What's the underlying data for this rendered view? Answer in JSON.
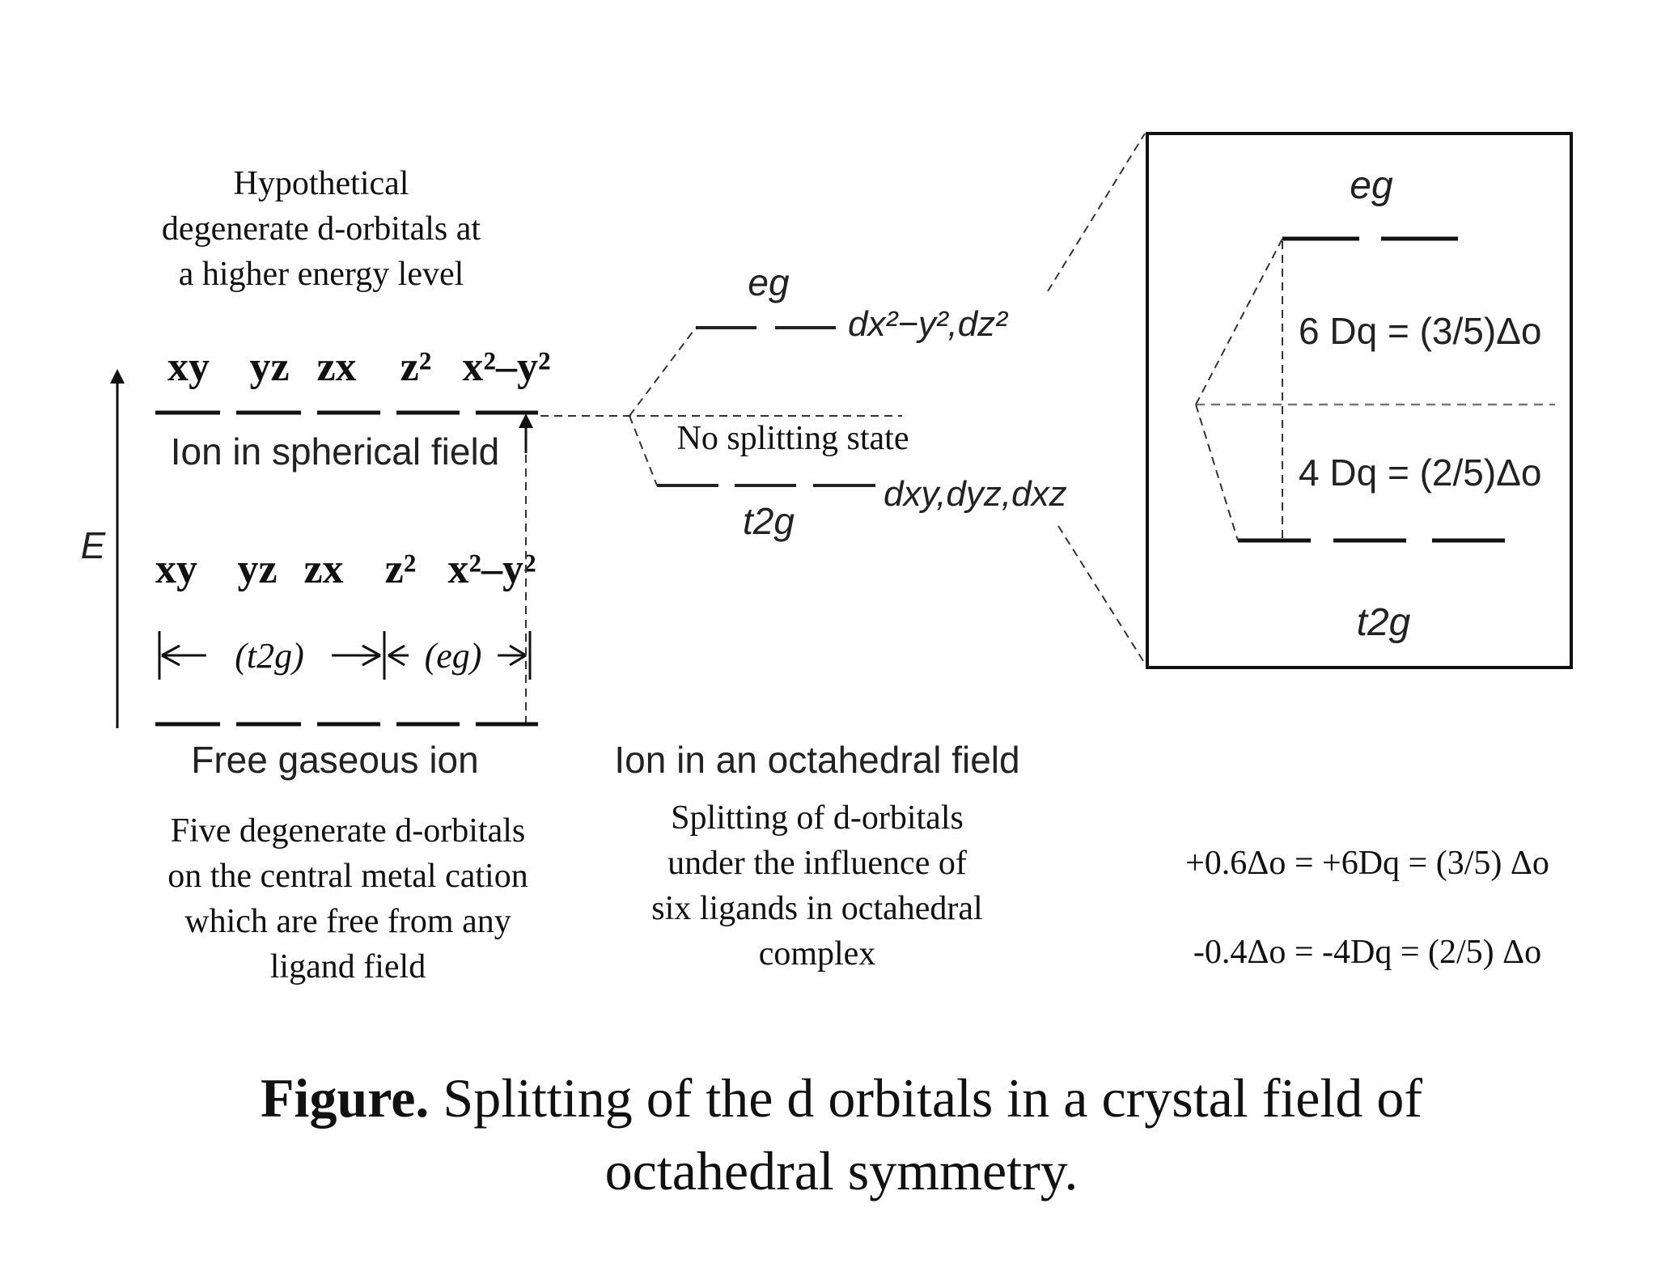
{
  "hypothetical_text": [
    "Hypothetical",
    "degenerate d-orbitals at",
    "a higher energy level"
  ],
  "orbital_labels": [
    "xy",
    "yz",
    "zx",
    "z²",
    "x²–y²"
  ],
  "spherical_label": "Ion in spherical field",
  "energy_axis_label": "E",
  "bracket_t2g": "(t2g)",
  "bracket_eg": "(eg)",
  "free_ion_label": "Free gaseous ion",
  "free_ion_desc": [
    "Five degenerate d-orbitals",
    "on the central metal cation",
    "which are free from any",
    "ligand field"
  ],
  "no_splitting_label": "No splitting state",
  "eg_label": "eg",
  "t2g_label": "t2g",
  "eg_orbitals": "dx²−y²,dz²",
  "t2g_orbitals": "dxy,dyz,dxz",
  "octahedral_label": "Ion in an octahedral field",
  "octahedral_desc": [
    "Splitting of d-orbitals",
    "under the influence of",
    "six ligands in octahedral",
    "complex"
  ],
  "box_eg_label": "eg",
  "box_t2g_label": "t2g",
  "box_upper_eq": "6 Dq = (3/5)Δo",
  "box_lower_eq": "4 Dq = (2/5)Δo",
  "eq_positive": "+0.6Δo = +6Dq = (3/5) Δo",
  "eq_negative": "-0.4Δo = -4Dq = (2/5) Δo",
  "caption_bold": "Figure.",
  "caption_line1": " Splitting of the d orbitals in a crystal field of",
  "caption_line2": "octahedral symmetry."
}
